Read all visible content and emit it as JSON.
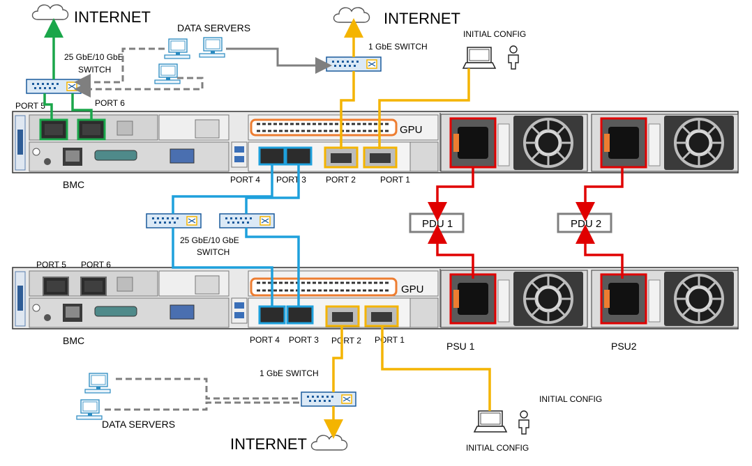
{
  "labels": {
    "internet_top_left": "INTERNET",
    "internet_top_center": "INTERNET",
    "internet_bottom": "INTERNET",
    "data_servers_top": "DATA SERVERS",
    "data_servers_bottom": "DATA SERVERS",
    "switch_25g_top_line1": "25 GbE/10 GbE",
    "switch_25g_top_line2": "SWITCH",
    "switch_25g_mid_line1": "25 GbE/10 GbE",
    "switch_25g_mid_line2": "SWITCH",
    "switch_1g_top": "1 GbE SWITCH",
    "switch_1g_bottom": "1 GbE SWITCH",
    "initial_config_top": "INITIAL CONFIG",
    "initial_config_bottom_right": "INITIAL CONFIG",
    "initial_config_bottom": "INITIAL CONFIG",
    "top_server": {
      "port5": "PORT 5",
      "port6": "PORT 6",
      "port4": "PORT 4",
      "port3": "PORT 3",
      "port2": "PORT 2",
      "port1": "PORT 1",
      "bmc": "BMC",
      "gpu": "GPU"
    },
    "bottom_server": {
      "port5": "PORT 5",
      "port6": "PORT 6",
      "port4": "PORT 4",
      "port3": "PORT 3",
      "port2": "PORT 2",
      "port1": "PORT 1",
      "bmc": "BMC",
      "gpu": "GPU"
    },
    "pdu1": "PDU 1",
    "pdu2": "PDU 2",
    "psu1": "PSU 1",
    "psu2": "PSU2"
  },
  "colors": {
    "green": "#1aa64a",
    "yellow": "#f4b400",
    "blue": "#1ea0dc",
    "red": "#e00000",
    "gray": "#7f7f7f",
    "orange": "#ed7d31"
  }
}
